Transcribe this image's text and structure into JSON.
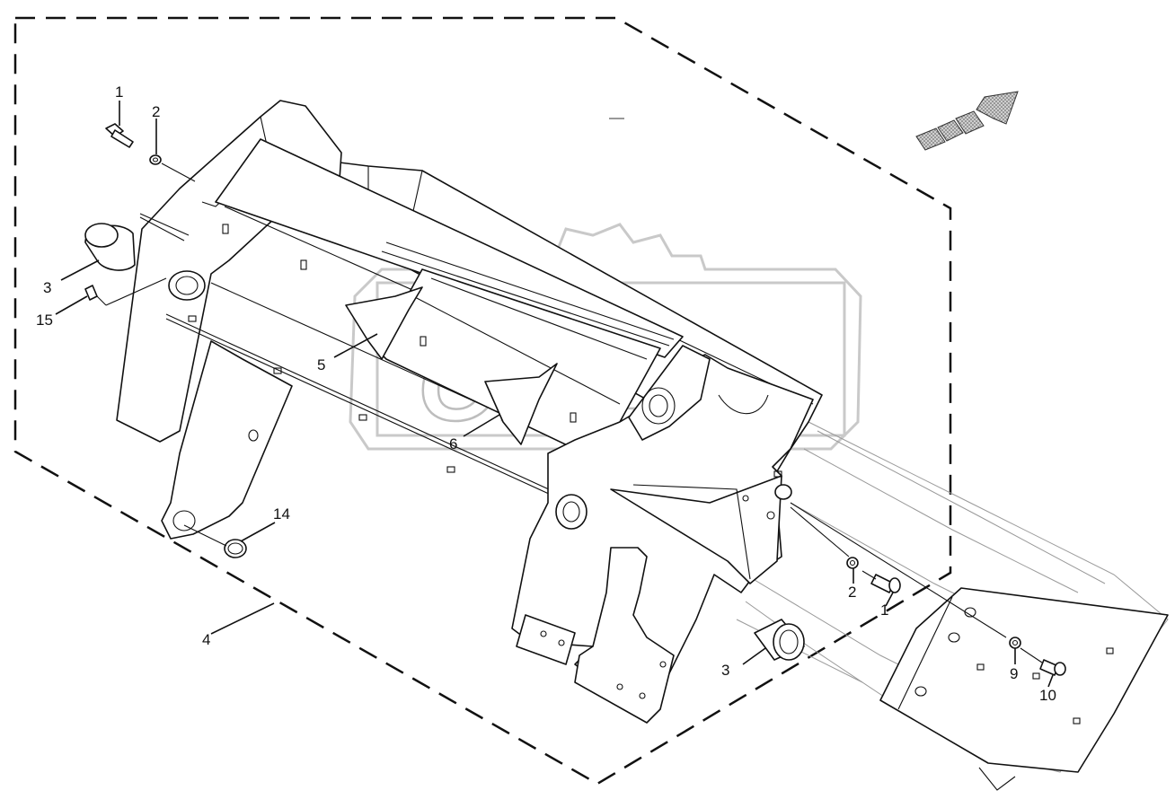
{
  "watermark": {
    "text": "OPEX"
  },
  "callouts": [
    {
      "id": "c1a",
      "text": "1"
    },
    {
      "id": "c2a",
      "text": "2"
    },
    {
      "id": "c3a",
      "text": "3"
    },
    {
      "id": "c15",
      "text": "15"
    },
    {
      "id": "c5",
      "text": "5"
    },
    {
      "id": "c6",
      "text": "6"
    },
    {
      "id": "c14",
      "text": "14"
    },
    {
      "id": "c4",
      "text": "4"
    },
    {
      "id": "c2b",
      "text": "2"
    },
    {
      "id": "c1b",
      "text": "1"
    },
    {
      "id": "c3b",
      "text": "3"
    },
    {
      "id": "c9",
      "text": "9"
    },
    {
      "id": "c10",
      "text": "10"
    }
  ],
  "colors": {
    "line": "#111111",
    "ghost": "#999999",
    "watermark": "#c9c9c9",
    "arrow": "#8a8a8a"
  }
}
